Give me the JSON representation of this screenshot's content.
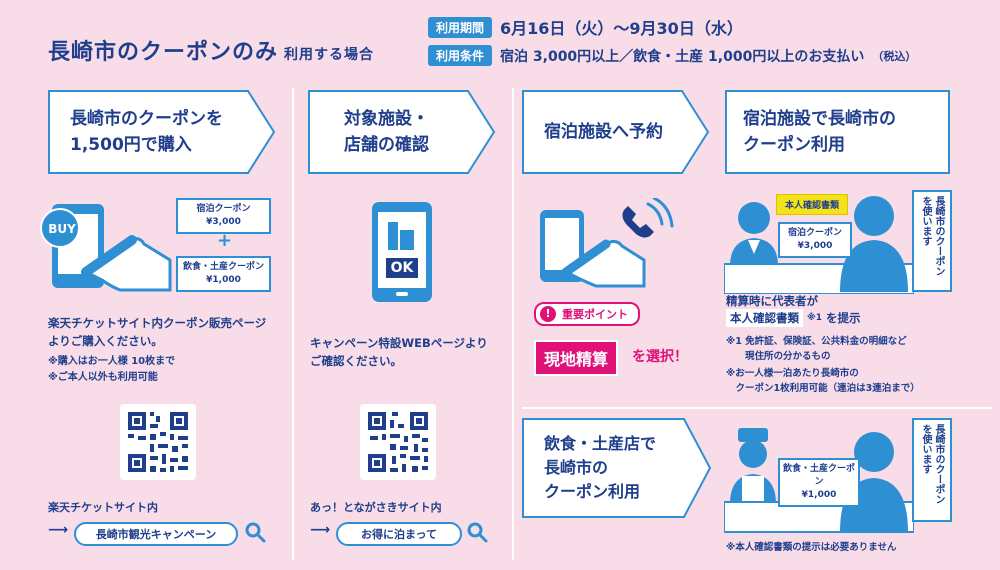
{
  "header": {
    "title": "長崎市のクーポンのみ",
    "title_sub": "利用する場合",
    "period_label": "利用期間",
    "period_value": "6月16日（火）～9月30日（水）",
    "condition_label": "利用条件",
    "condition_value": "宿泊 3,000円以上／飲食・土産 1,000円以上のお支払い",
    "condition_tax": "（税込）"
  },
  "steps": {
    "step1": "長崎市のクーポンを\n1,500円で購入",
    "step2": "対象施設・\n店舗の確認",
    "step3": "宿泊施設へ予約",
    "step4": "宿泊施設で長崎市の\nクーポン利用",
    "step5": "飲食・土産店で\n長崎市の\nクーポン利用"
  },
  "col1": {
    "buy_icon_label": "BUY",
    "box1": "宿泊クーポン\n¥3,000",
    "plus": "+",
    "box2": "飲食・土産クーポン\n¥1,000",
    "text": "楽天チケットサイト内クーポン販売ページ\nよりご購入ください。",
    "note1": "※購入はお一人様 10枚まで",
    "note2": "※ご本人以外も利用可能",
    "site_label": "楽天チケットサイト内",
    "search_term": "長崎市観光キャンペーン"
  },
  "col2": {
    "ok_label": "OK",
    "text": "キャンペーン特設WEBページより\nご確認ください。",
    "site_label": "あっ！とながさきサイト内",
    "search_term": "お得に泊まって"
  },
  "col3": {
    "important_label": "重要ポイント",
    "highlight": "現地精算",
    "select_text": "を選択！"
  },
  "col4": {
    "id_doc_label": "本人確認書類",
    "coupon_box": "宿泊クーポン\n¥3,000",
    "side_box": "長崎市のクーポン\nを使います",
    "text1": "精算時に代表者が",
    "id_doc_chip": "本人確認書類",
    "id_doc_note_ref": "※1",
    "text2": "を提示",
    "note1": "※1  免許証、保険証、公共料金の明細など\n　　現住所の分かるもの",
    "note2": "※お一人様一泊あたり長崎市の\n　クーポン1枚利用可能（連泊は3連泊まで）"
  },
  "col5": {
    "coupon_box": "飲食・土産クーポン\n¥1,000",
    "side_box": "長崎市のクーポン\nを使います",
    "note": "※本人確認書類の提示は必要ありません"
  },
  "colors": {
    "background": "#f8dde8",
    "navy": "#1f3e8c",
    "blue": "#2f8fd3",
    "pink": "#e0127a"
  }
}
